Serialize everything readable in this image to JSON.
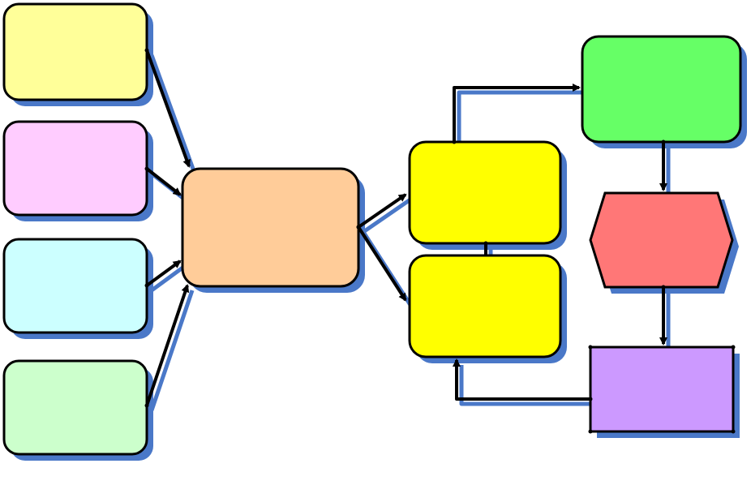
{
  "diagram": {
    "nodes": [
      {
        "id": "input-yellow",
        "shape": "rounded-rect",
        "fill": "#FFFF99",
        "label": ""
      },
      {
        "id": "input-pink",
        "shape": "rounded-rect",
        "fill": "#FFCCFF",
        "label": ""
      },
      {
        "id": "input-cyan",
        "shape": "rounded-rect",
        "fill": "#CCFFFF",
        "label": ""
      },
      {
        "id": "input-green",
        "shape": "rounded-rect",
        "fill": "#CCFFCC",
        "label": ""
      },
      {
        "id": "hub-orange",
        "shape": "rounded-rect",
        "fill": "#FFCC99",
        "label": ""
      },
      {
        "id": "branch-upper",
        "shape": "rounded-rect",
        "fill": "#FFFF00",
        "label": ""
      },
      {
        "id": "branch-lower",
        "shape": "rounded-rect",
        "fill": "#FFFF00",
        "label": ""
      },
      {
        "id": "result-green",
        "shape": "rounded-rect",
        "fill": "#66FF66",
        "label": ""
      },
      {
        "id": "step-red",
        "shape": "hexagon",
        "fill": "#FF7777",
        "label": ""
      },
      {
        "id": "step-purple",
        "shape": "rect",
        "fill": "#CC99FF",
        "label": ""
      }
    ],
    "edges": [
      {
        "from": "input-yellow",
        "to": "hub-orange"
      },
      {
        "from": "input-pink",
        "to": "hub-orange"
      },
      {
        "from": "input-cyan",
        "to": "hub-orange"
      },
      {
        "from": "input-green",
        "to": "hub-orange"
      },
      {
        "from": "hub-orange",
        "to": "branch-upper"
      },
      {
        "from": "hub-orange",
        "to": "branch-lower"
      },
      {
        "from": "branch-upper",
        "to": "result-green"
      },
      {
        "from": "branch-upper",
        "to": "branch-lower"
      },
      {
        "from": "result-green",
        "to": "step-red"
      },
      {
        "from": "step-red",
        "to": "step-purple"
      },
      {
        "from": "step-purple",
        "to": "branch-lower"
      }
    ],
    "colors": {
      "shadow": "#4A78C8",
      "stroke": "#000000",
      "green-inner": "#66FF66"
    }
  }
}
